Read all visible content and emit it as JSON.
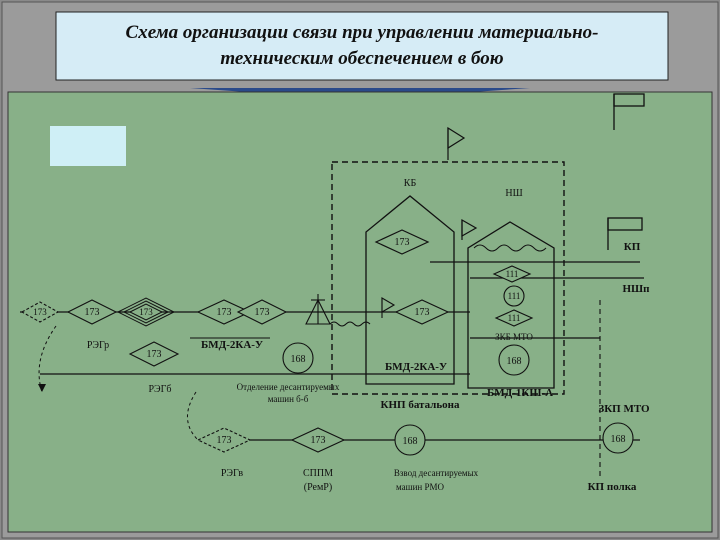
{
  "title": {
    "line1": "Схема организации связи при управлении материально-",
    "line2": "техническим обеспечением в бою"
  },
  "labels": {
    "kb": "КБ",
    "nsh": "НШ",
    "kp": "КП",
    "nshp": "НШп",
    "bmd_2ka_u_left": "БМД-2КА-У",
    "bmd_2ka_u_right": "БМД-2КА-У",
    "bmd_1ksh_a": "БМД-1КШ-А",
    "reg_r": "РЭГр",
    "reg_b": "РЭГб",
    "reg_v": "РЭГв",
    "zkb_mto": "ЗКБ МТО",
    "zkp_mto": "ЗКП МТО",
    "otdelenie_1": "Отделение десантируемых",
    "otdelenie_2": "машин б-б",
    "knp": "КНП батальона",
    "sppm_1": "СППМ",
    "sppm_2": "(РемР)",
    "vzvod_1": "Взвод десантируемых",
    "vzvod_2": "машин РМО",
    "kp_polka": "КП полка"
  },
  "nodes": {
    "d173_kb": "173",
    "d111_top": "111",
    "d111_bottom": "111",
    "c111_mid": "111",
    "d173_left_edge": "173",
    "d173_left2": "173",
    "d173_triple": "173",
    "d173_center_a": "173",
    "d173_center_b": "173",
    "d173_right": "173",
    "d173_regb": "173",
    "d173_regv": "173",
    "d173_sppm": "173",
    "c168_center": "168",
    "c168_zkb": "168",
    "c168_knp": "168",
    "c168_zkp": "168"
  },
  "colors": {
    "background": "#8a8a8a",
    "panel": "#88b088",
    "title_box": "#d6ecf6",
    "lines": "#111111",
    "marker": "#cfeff6"
  }
}
